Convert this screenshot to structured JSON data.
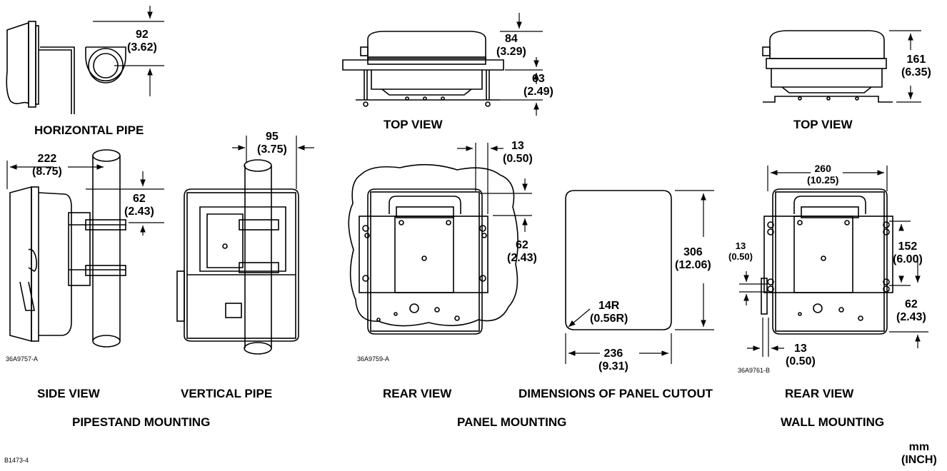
{
  "view_titles": {
    "horizontal_pipe": "HORIZONTAL PIPE",
    "top_view_panel": "TOP VIEW",
    "top_view_wall": "TOP VIEW",
    "side_view": "SIDE VIEW",
    "vertical_pipe": "VERTICAL PIPE",
    "rear_view_panel": "REAR VIEW",
    "panel_cutout": "DIMENSIONS OF PANEL CUTOUT",
    "rear_view_wall": "REAR VIEW"
  },
  "section_titles": {
    "pipestand": "PIPESTAND MOUNTING",
    "panel": "PANEL MOUNTING",
    "wall": "WALL MOUNTING"
  },
  "drawing_codes": {
    "pipestand": "36A9757-A",
    "panel": "36A9759-A",
    "wall": "36A9761-B",
    "figure": "B1473-4"
  },
  "units": {
    "primary": "mm",
    "secondary": "(INCH)"
  },
  "dimensions": {
    "hp_92": {
      "mm": "92",
      "in": "(3.62)"
    },
    "sv_222": {
      "mm": "222",
      "in": "(8.75)"
    },
    "sv_62": {
      "mm": "62",
      "in": "(2.43)"
    },
    "vp_95": {
      "mm": "95",
      "in": "(3.75)"
    },
    "tv_84": {
      "mm": "84",
      "in": "(3.29)"
    },
    "tv_63": {
      "mm": "63",
      "in": "(2.49)"
    },
    "rv_13": {
      "mm": "13",
      "in": "(0.50)"
    },
    "rv_62": {
      "mm": "62",
      "in": "(2.43)"
    },
    "pc_306": {
      "mm": "306",
      "in": "(12.06)"
    },
    "pc_14r": {
      "mm": "14R",
      "in": "(0.56R)"
    },
    "pc_236": {
      "mm": "236",
      "in": "(9.31)"
    },
    "wt_161": {
      "mm": "161",
      "in": "(6.35)"
    },
    "wr_260": {
      "mm": "260",
      "in": "(10.25)"
    },
    "wr_13_left": {
      "mm": "13",
      "in": "(0.50)"
    },
    "wr_152": {
      "mm": "152",
      "in": "(6.00)"
    },
    "wr_62": {
      "mm": "62",
      "in": "(2.43)"
    },
    "wr_13_bottom": {
      "mm": "13",
      "in": "(0.50)"
    }
  }
}
